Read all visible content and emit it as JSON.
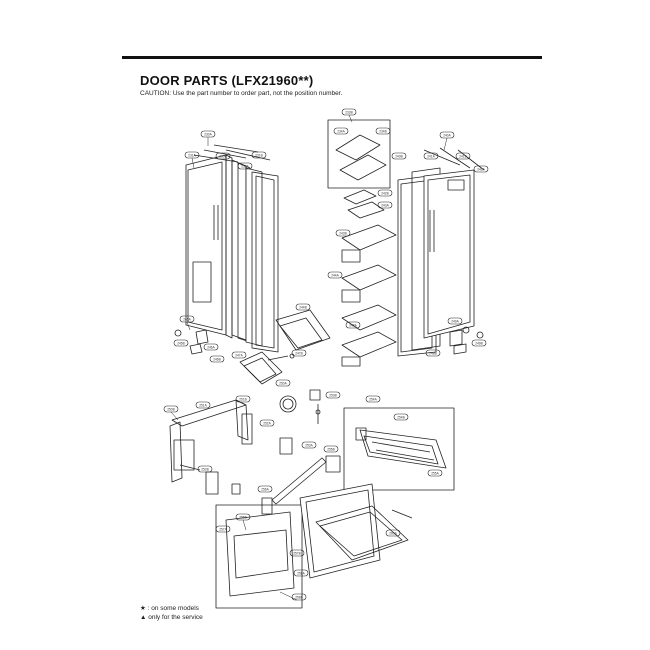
{
  "header": {
    "title": "DOOR PARTS (LFX21960**)",
    "caution": "CAUTION: Use the part number to order part, not the position number."
  },
  "legend": {
    "line1": "★ : on some models",
    "line2": "▲ only for the service"
  },
  "colors": {
    "ink": "#222222",
    "paper": "#ffffff",
    "bubble": "#ffffff"
  },
  "callouts": [
    "230A",
    "231A",
    "230B",
    "231B",
    "233A",
    "233B",
    "234A",
    "234B",
    "240A",
    "240B",
    "241A",
    "241B",
    "242A",
    "242B",
    "243A",
    "243B",
    "244A",
    "244B",
    "245A",
    "245B",
    "246A",
    "246B",
    "247A",
    "247B",
    "248A",
    "248B",
    "249A",
    "249B",
    "250A",
    "250B",
    "251A",
    "251B",
    "252A",
    "252B",
    "253A",
    "253B",
    "254A",
    "254B",
    "255A",
    "255B",
    "256A",
    "256B",
    "257A",
    "257B",
    "258A",
    "258B",
    "260A",
    "260B",
    "261A",
    "261B",
    "262A",
    "262B",
    "263A",
    "263B",
    "264A",
    "264B",
    "265A",
    "265B",
    "266A",
    "266B",
    "267A",
    "267B",
    "270A",
    "270B",
    "271A",
    "271B"
  ]
}
